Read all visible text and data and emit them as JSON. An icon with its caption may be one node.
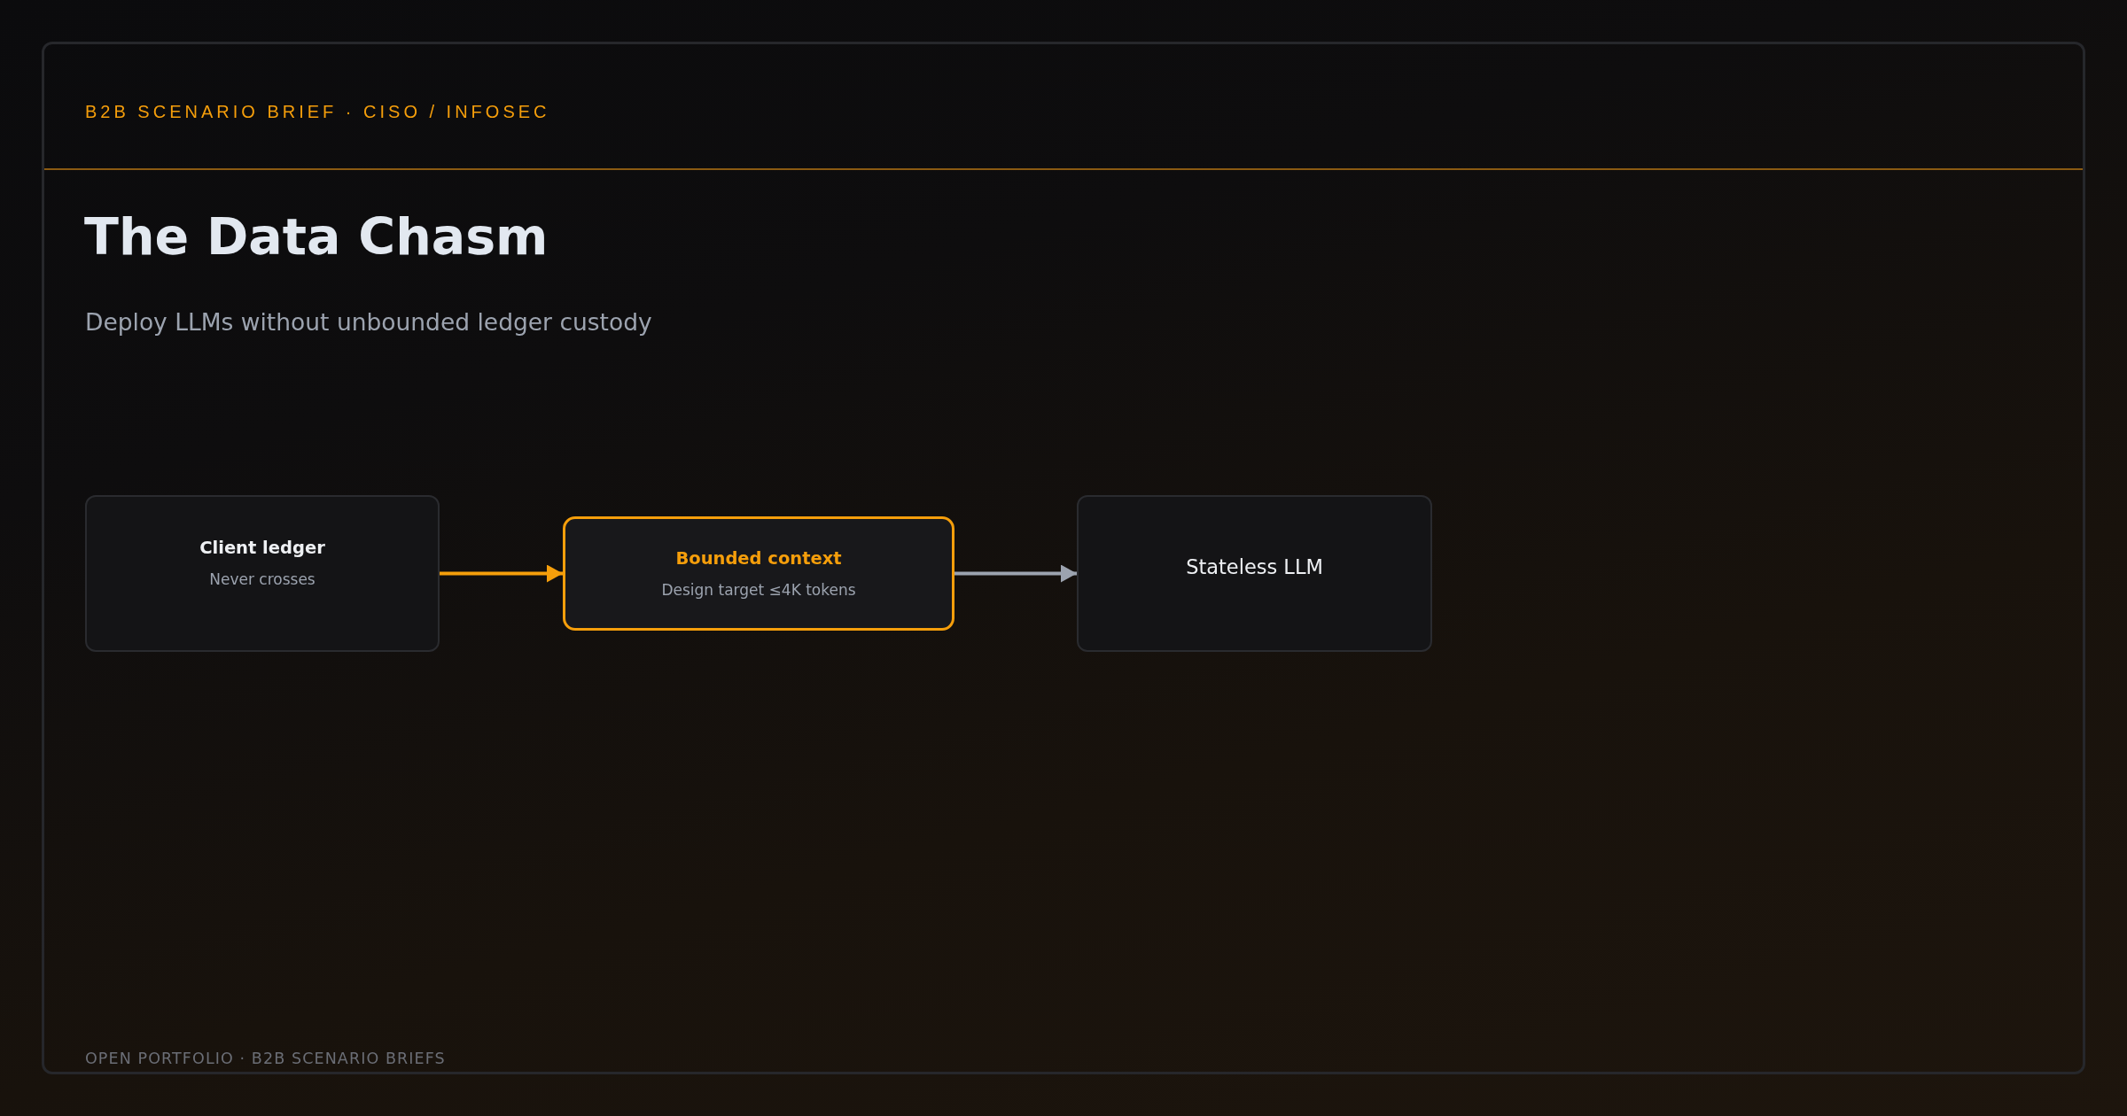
{
  "diagram": {
    "title": "The Data Chasm",
    "nodes": [
      {
        "text": [
          "Client ledger",
          "Never crosses"
        ]
      },
      {
        "text": [
          "Bounded context",
          "Design target ≤4K tokens"
        ]
      },
      {
        "text": [
          "Stateless LLM"
        ]
      }
    ],
    "edges": [
      {
        "from": 0,
        "to": 1,
        "arrow": "to",
        "color": "#f59e0b"
      },
      {
        "from": 1,
        "to": 2,
        "arrow": "to",
        "color": "#9ca3af"
      }
    ],
    "labels": [
      "B2B SCENARIO BRIEF · CISO / INFOSEC",
      "Deploy LLMs without unbounded ledger custody",
      "OPEN PORTFOLIO · B2B SCENARIO BRIEFS"
    ]
  }
}
